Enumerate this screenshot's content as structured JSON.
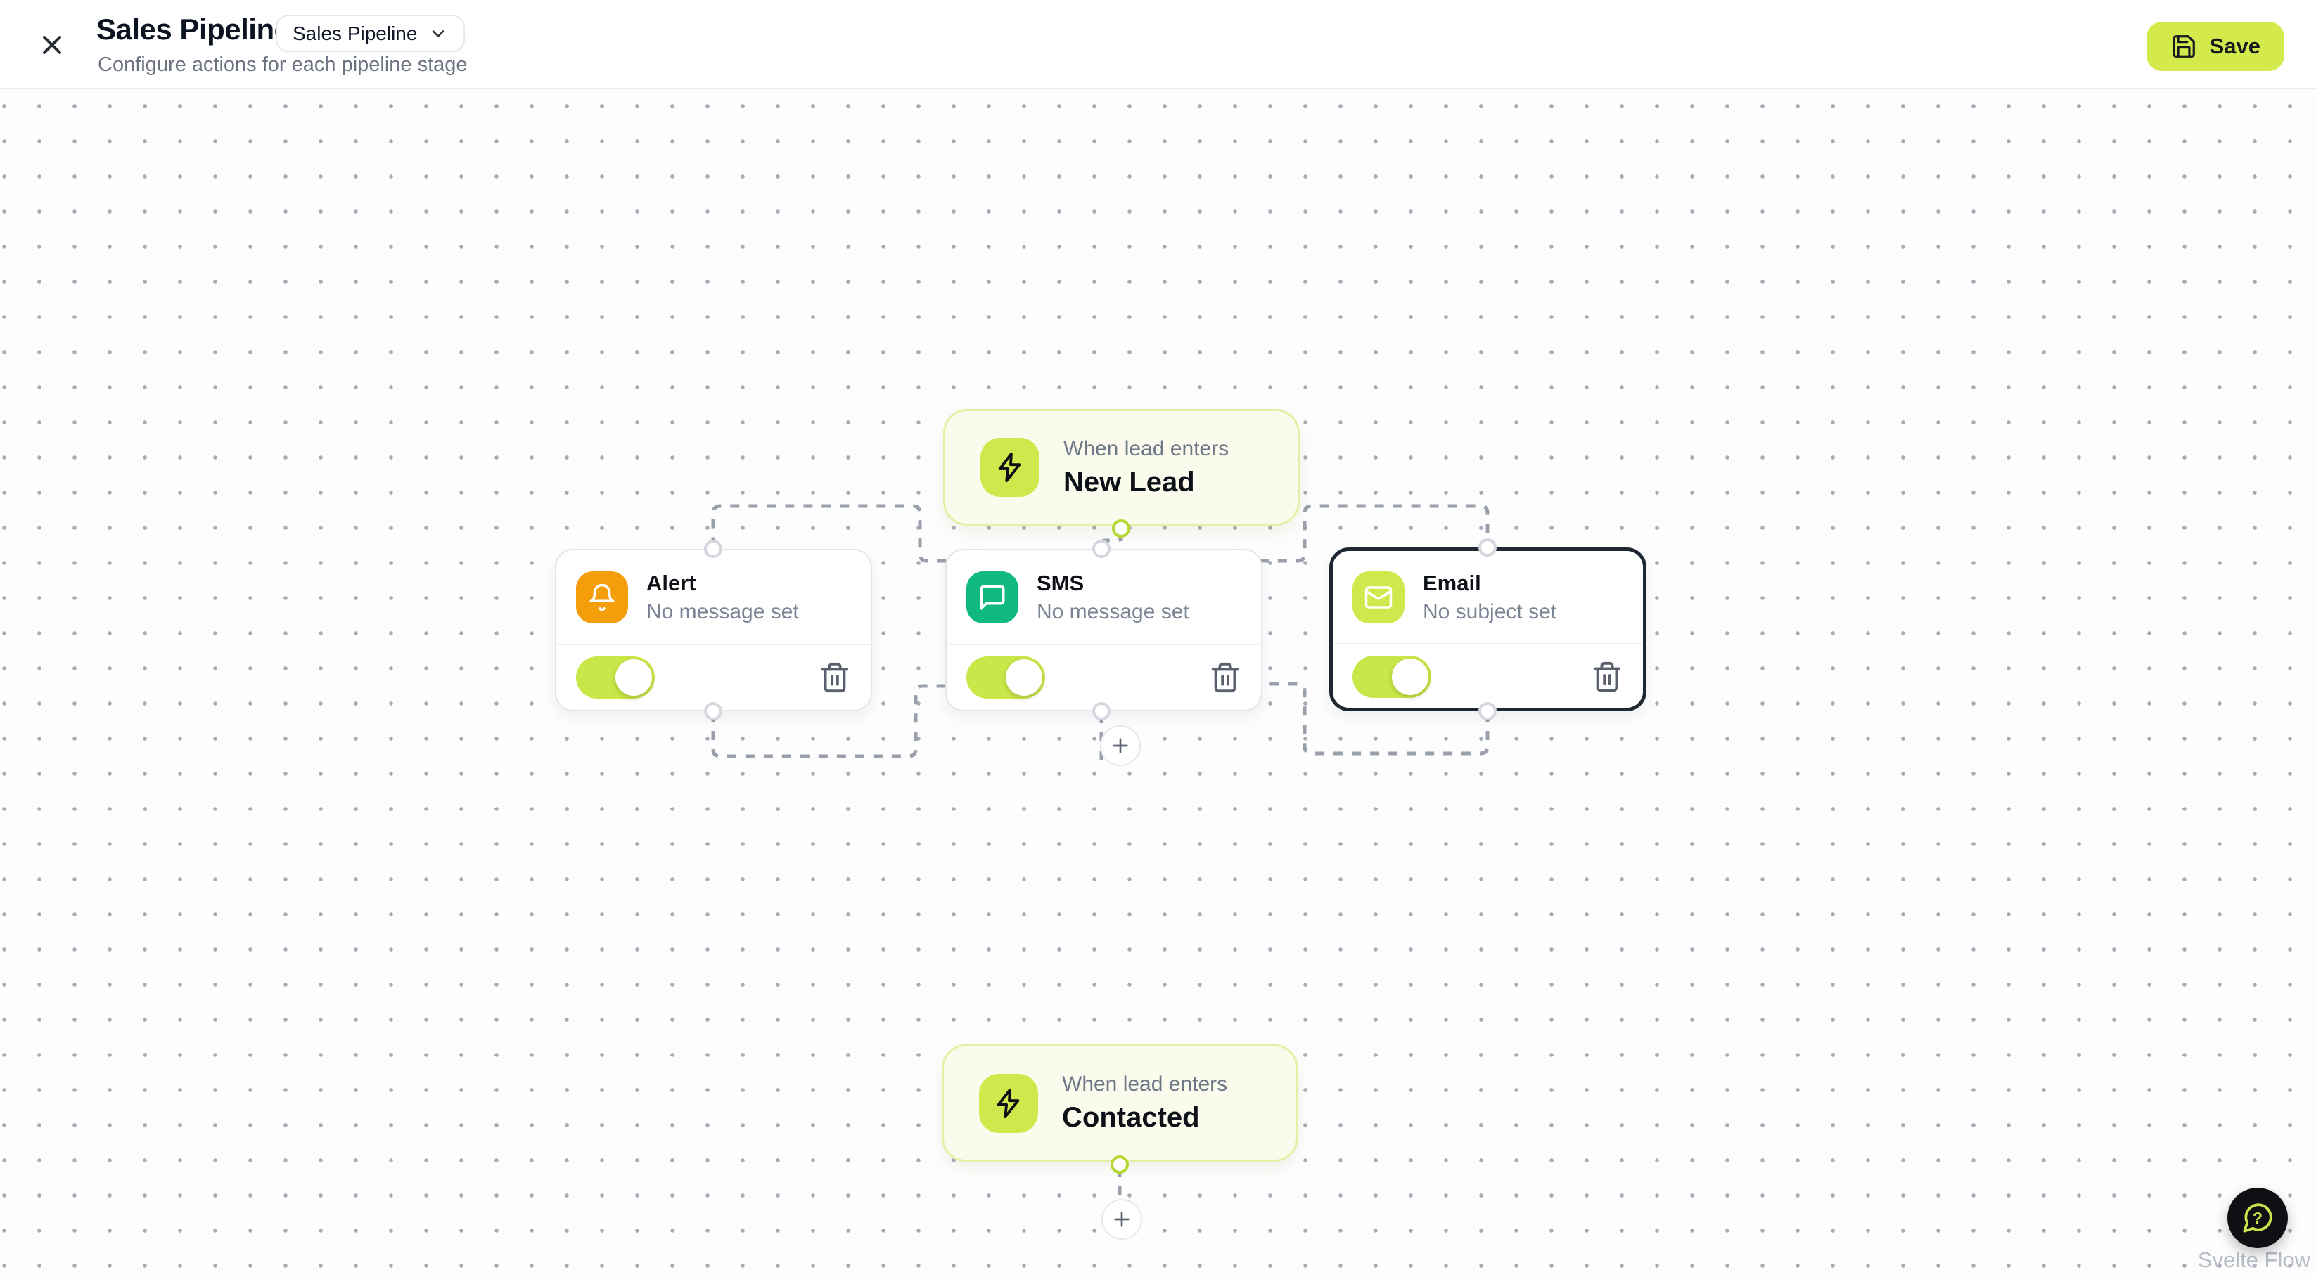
{
  "header": {
    "title": "Sales Pipeline",
    "subtitle": "Configure actions for each pipeline stage",
    "pipeline_select_value": "Sales Pipeline",
    "save_label": "Save"
  },
  "colors": {
    "accent_lime": "#d3e94c",
    "trigger_bg": "#fafbec",
    "trigger_border": "#e4f0a3",
    "alert_icon_bg": "#f59e0b",
    "sms_icon_bg": "#10b981",
    "email_icon_bg": "#cfe94c",
    "toggle_on": "#c9e748",
    "selected_border": "#1f2733",
    "edge_gray": "#99a0ab"
  },
  "nodes": {
    "trigger_new_lead": {
      "label": "When lead enters",
      "stage": "New Lead"
    },
    "trigger_contacted": {
      "label": "When lead enters",
      "stage": "Contacted"
    },
    "alert": {
      "title": "Alert",
      "subtitle": "No message set",
      "state": "on",
      "selected": "false"
    },
    "sms": {
      "title": "SMS",
      "subtitle": "No message set",
      "state": "on",
      "selected": "false"
    },
    "email": {
      "title": "Email",
      "subtitle": "No subject set",
      "state": "on",
      "selected": "true"
    }
  },
  "canvas": {
    "attribution": "Svelte Flow"
  }
}
